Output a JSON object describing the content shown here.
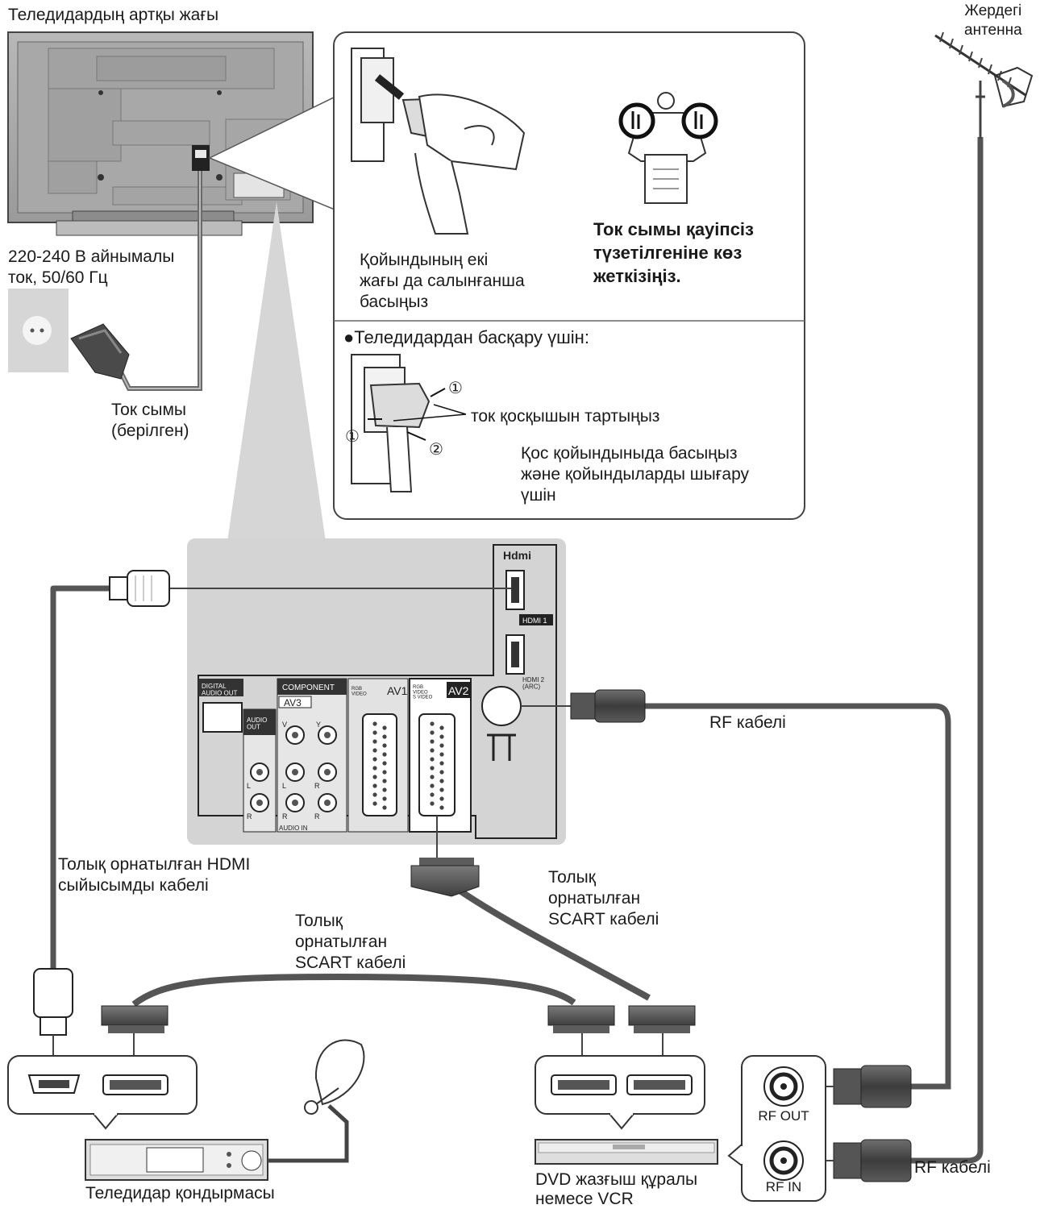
{
  "labels": {
    "tv_back": "Теледидардың артқы жағы",
    "ac_power": "220-240 В айнымалы\nток, 50/60 Гц",
    "power_cord": "Ток сымы\n(берілген)",
    "insert_plug": "Қойындының екі\nжағы да салынғанша\nбасыңыз",
    "ensure_cord": "Ток сымы қауіпсіз\nтүзетілгеніне көз\nжеткізіңіз.",
    "to_remove": "●Теледидардан басқару үшін:",
    "pull_plug": "ток қосқышын тартыңыз",
    "press_both": "Қос қойындыныда басыңыз\nжәне қойындыларды шығару\nүшін",
    "antenna": "Жердегі\nантенна",
    "rf_cable_1": "RF кабелі",
    "rf_cable_2": "RF кабелі",
    "hdmi_cable": "Толық орнатылған HDMI\nсыйысымды кабелі",
    "scart_cable_1": "Толық\nорнатылған\nSCART кабелі",
    "scart_cable_2": "Толық\nорнатылған\nSCART кабелі",
    "settop_box": "Теледидар қондырмасы",
    "dvd_recorder": "DVD жазғыш құралы\nнемесе VCR",
    "rf_out": "RF OUT",
    "rf_in": "RF IN"
  },
  "panel": {
    "hdmi_logo": "Hdmi",
    "hdmi1": "HDMI 1",
    "hdmi2": "HDMI 2\n(ARC)",
    "digital_audio_out": "DIGITAL\nAUDIO OUT",
    "audio_out": "AUDIO\nOUT",
    "component": "COMPONENT",
    "av3": "AV3",
    "av1": "AV1",
    "av2": "AV2",
    "audio_in": "AUDIO IN",
    "rgb_video": "RGB\nVIDEO",
    "rgb_video_svideo": "RGB\nVIDEO\nS VIDEO",
    "y": "Y",
    "v": "V",
    "l": "L",
    "r": "R"
  },
  "markers": {
    "one_a": "①",
    "one_b": "①",
    "two": "②"
  },
  "icons": [
    "power-outlet-icon",
    "power-plug-icon",
    "antenna-icon",
    "satellite-dish-icon",
    "hand-icon",
    "hdmi-plug-icon",
    "scart-plug-icon",
    "rf-plug-icon"
  ]
}
